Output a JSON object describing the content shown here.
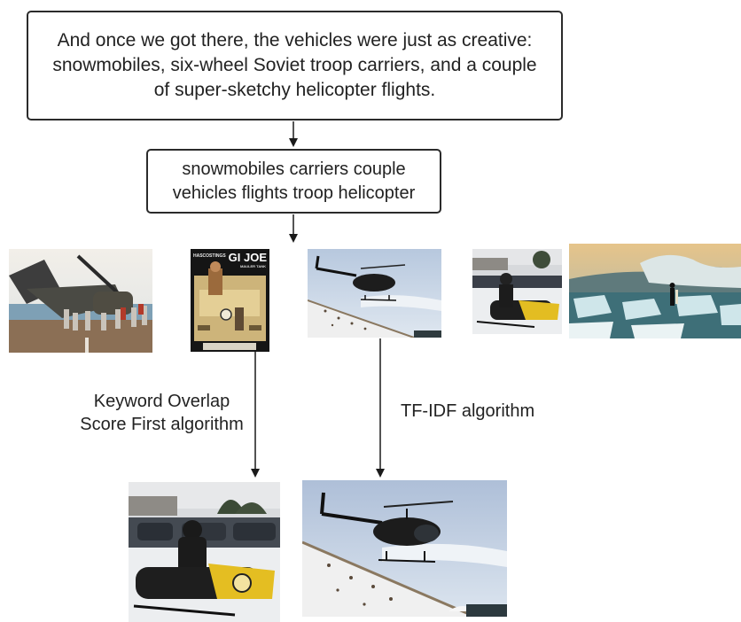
{
  "nodes": {
    "sentence": "And once we got there, the vehicles were just as creative: snowmobiles, six-wheel Soviet troop carriers, and a couple of super-sketchy helicopter flights.",
    "keywords": "snowmobiles carriers couple vehicles flights troop helicopter"
  },
  "edges": {
    "left_label": "Keyword Overlap Score First algorithm",
    "right_label": "TF-IDF algorithm"
  },
  "candidate_images": [
    {
      "subject": "helicopter-carrier-deck-photo"
    },
    {
      "subject": "gi-joe-mauler-tank-toy-box",
      "brand": "HASCOSTINGS",
      "title": "GI JOE",
      "subtitle": "MAULER TANK"
    },
    {
      "subject": "helicopter-over-snowy-hill-photo"
    },
    {
      "subject": "snowmobile-parking-lot-photo"
    },
    {
      "subject": "surfer-icy-waves-photo"
    }
  ],
  "results": {
    "keyword_overlap": {
      "subject": "snowmobile-parking-lot-photo"
    },
    "tfidf": {
      "subject": "helicopter-over-snowy-hill-photo"
    }
  },
  "colors": {
    "border": "#2b2b2b",
    "arrow": "#1a1a1a",
    "background": "#ffffff"
  }
}
